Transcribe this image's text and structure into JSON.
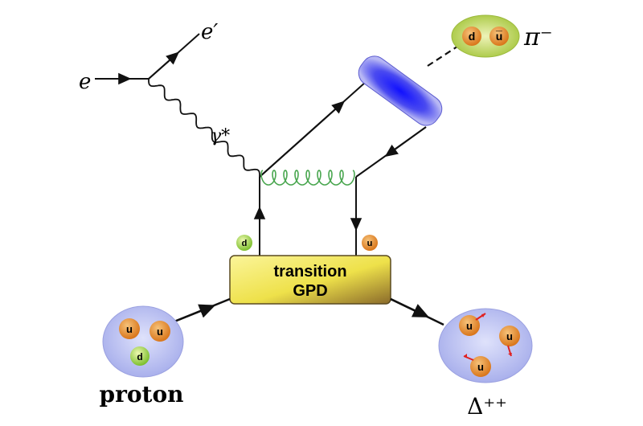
{
  "labels": {
    "electron_in": "e",
    "electron_out": "e′",
    "photon": "γ*",
    "pion": "π⁻",
    "proton": "proton",
    "delta": "Δ⁺⁺",
    "gpd_line1": "transition",
    "gpd_line2": "GPD"
  },
  "quarks": {
    "pion_q1": "d",
    "pion_q2": "u̅",
    "left_leg": "d",
    "right_leg": "u",
    "proton_q1": "u",
    "proton_q2": "u",
    "proton_q3": "d",
    "delta_q1": "u",
    "delta_q2": "u",
    "delta_q3": "u"
  },
  "colors": {
    "quark_u": "#e8892a",
    "quark_d": "#b8de5a",
    "hadron_blob": "#b9bff0",
    "pion_blob": "#c8dc6e",
    "gpd_box": "#f0e44a",
    "meson_da": "#3a3aff",
    "gluon": "#49a64f",
    "spin_arrow": "#e02020"
  }
}
